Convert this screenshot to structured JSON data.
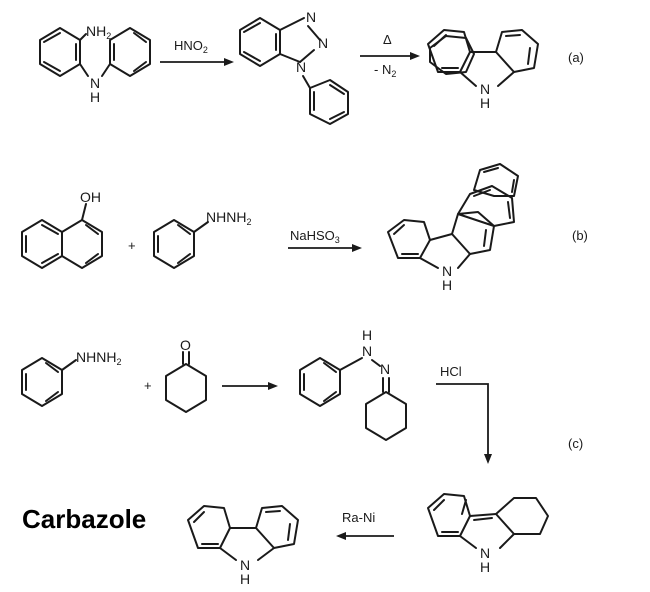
{
  "title": "Carbazole",
  "reactions": {
    "a": {
      "label": "(a)",
      "reactant_nh2": "NH",
      "reactant_nh2_sub": "2",
      "reactant_nh": "N",
      "reactant_h": "H",
      "reagent1": "HNO",
      "reagent1_sub": "2",
      "triazole_n1": "N",
      "triazole_n2": "N",
      "triazole_n3": "N",
      "reagent2_top": "Δ",
      "reagent2_bottom": "- N",
      "reagent2_bottom_sub": "2",
      "product_n": "N",
      "product_h": "H"
    },
    "b": {
      "label": "(b)",
      "naphthol_oh": "OH",
      "plus": "+",
      "hydrazine": "NHNH",
      "hydrazine_sub": "2",
      "reagent": "NaHSO",
      "reagent_sub": "3",
      "product_n": "N",
      "product_h": "H"
    },
    "c": {
      "label": "(c)",
      "hydrazine": "NHNH",
      "hydrazine_sub": "2",
      "plus": "+",
      "ketone_o": "O",
      "hydrazone_h": "H",
      "hydrazone_n1": "N",
      "hydrazone_n2": "N",
      "reagent_hcl": "HCl",
      "thc_n": "N",
      "thc_h": "H",
      "reagent_rani": "Ra-Ni",
      "product_n": "N",
      "product_h": "H"
    }
  }
}
